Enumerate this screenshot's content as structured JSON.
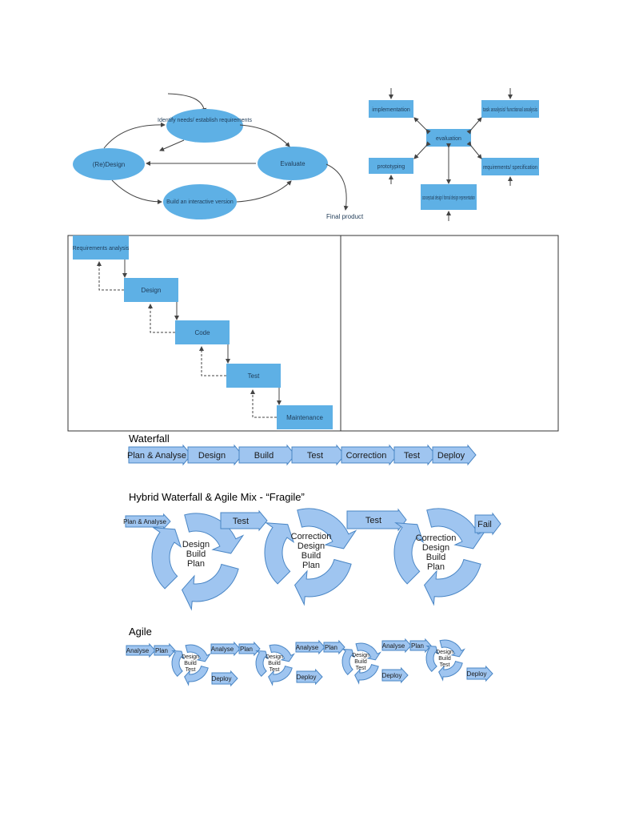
{
  "colors": {
    "node_fill": "#5eb0e5",
    "arrow_fill": "#9fc5f0",
    "arrow_stroke": "#4a86c5",
    "line": "#444444"
  },
  "cycle_diagram": {
    "nodes": [
      "Identify needs/ establish requirements",
      "(Re)Design",
      "Evaluate",
      "Build an interactive version"
    ],
    "final_label": "Final product"
  },
  "star_diagram": {
    "center": "evaluation",
    "nodes": [
      "implementation",
      "task analysis/ functional analysis",
      "prototyping",
      "requirements/ specification",
      "conceptual design/ formal design representation"
    ]
  },
  "waterfall_diagram": {
    "steps": [
      "Requirements analysis",
      "Design",
      "Code",
      "Test",
      "Maintenance"
    ]
  },
  "waterfall_section": {
    "title": "Waterfall",
    "steps": [
      "Plan & Analyse",
      "Design",
      "Build",
      "Test",
      "Correction",
      "Test",
      "Deploy"
    ]
  },
  "hybrid_section": {
    "title": "Hybrid Waterfall & Agile Mix - “Fragile”",
    "start": "Plan & Analyse",
    "cycle1": [
      "Design",
      "Build",
      "Plan"
    ],
    "link1": "Test",
    "cycle2": [
      "Correction",
      "Design",
      "Build",
      "Plan"
    ],
    "link2": "Test",
    "cycle3": [
      "Correction",
      "Design",
      "Build",
      "Plan"
    ],
    "end": "Fail"
  },
  "agile_section": {
    "title": "Agile",
    "analyse": "Analyse",
    "plan": "Plan",
    "cycle": [
      "Design",
      "Build",
      "Test"
    ],
    "deploy": "Deploy"
  }
}
